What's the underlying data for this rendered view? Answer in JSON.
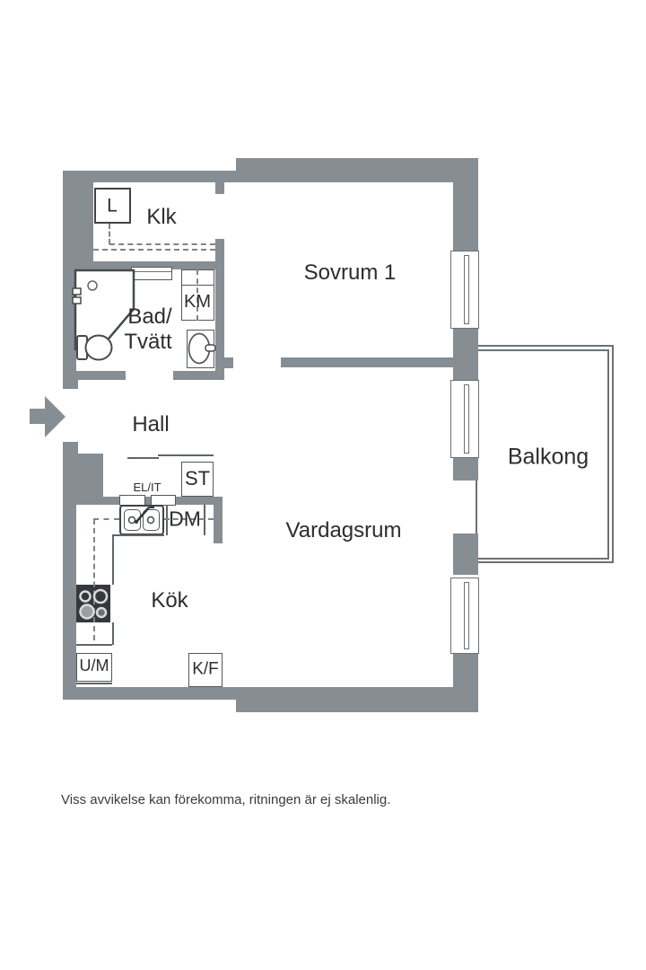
{
  "floorplan": {
    "rooms": {
      "klk": "Klk",
      "sovrum1": "Sovrum 1",
      "bad_tvatt_line1": "Bad/",
      "bad_tvatt_line2": "Tvätt",
      "hall": "Hall",
      "vardagsrum": "Vardagsrum",
      "kok": "Kök",
      "balkong": "Balkong"
    },
    "fixtures": {
      "linen_closet": "L",
      "washing_machine": "KM",
      "storage": "ST",
      "electrical": "EL/IT",
      "dishwasher": "DM",
      "oven_micro": "U/M",
      "fridge_freezer": "K/F"
    },
    "disclaimer": "Viss avvikelse kan förekomma, ritningen är ej skalenlig.",
    "colors": {
      "wall": "#878e93",
      "fixture_line": "#53585c",
      "text": "#2d2d2f",
      "background": "#ffffff"
    }
  }
}
